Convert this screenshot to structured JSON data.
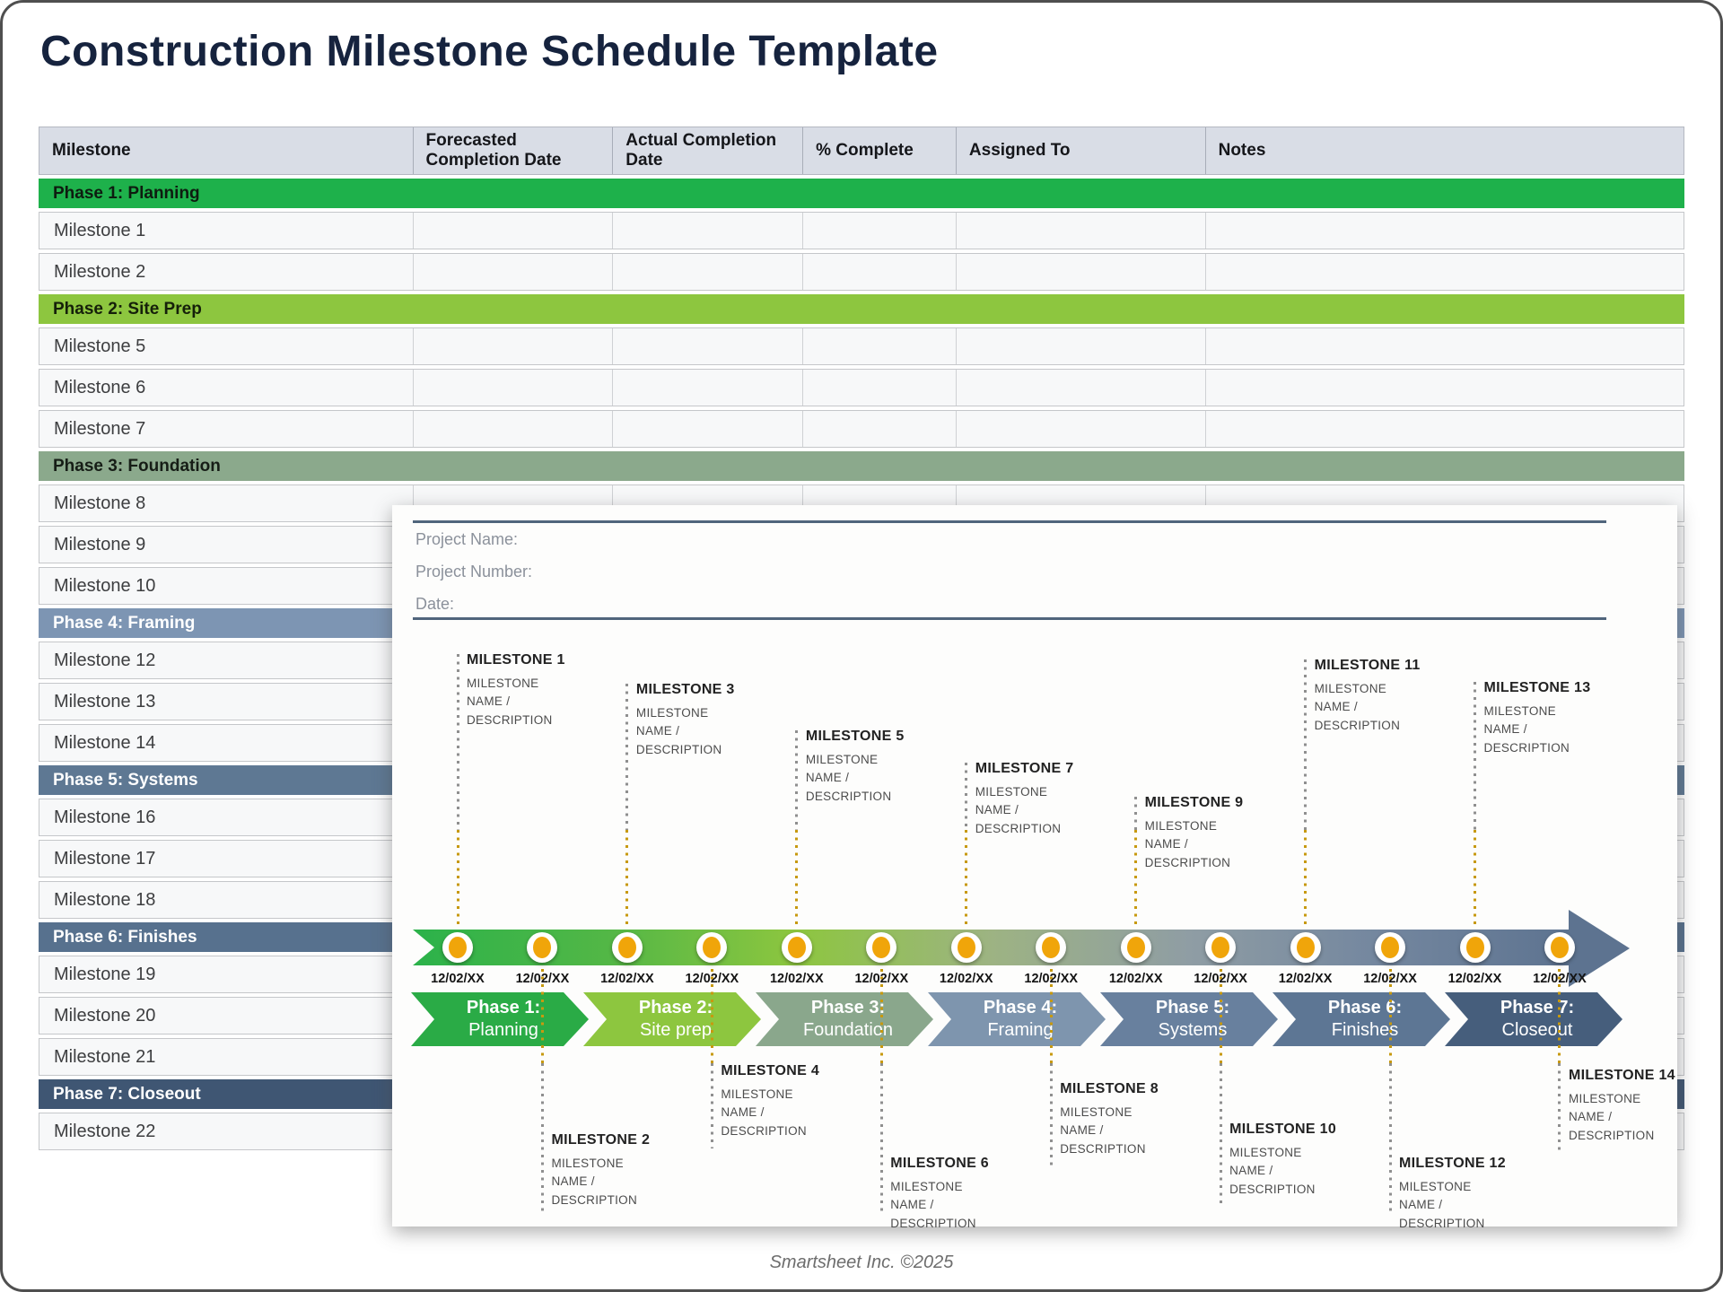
{
  "page": {
    "title": "Construction Milestone Schedule Template",
    "footer": "Smartsheet Inc. ©2025",
    "accent_navy": "#16233e"
  },
  "table": {
    "columns": [
      "Milestone",
      "Forecasted Completion Date",
      "Actual Completion Date",
      "% Complete",
      "Assigned To",
      "Notes"
    ],
    "header_bg": "#d9dde6",
    "rows": [
      {
        "type": "phase",
        "label": "Phase 1: Planning",
        "bg": "#1eb14b",
        "fg": "#0e1c10"
      },
      {
        "type": "milestone",
        "label": "Milestone 1"
      },
      {
        "type": "milestone",
        "label": "Milestone 2"
      },
      {
        "type": "phase",
        "label": "Phase 2: Site Prep",
        "bg": "#8dc63f",
        "fg": "#15200a"
      },
      {
        "type": "milestone",
        "label": "Milestone 5"
      },
      {
        "type": "milestone",
        "label": "Milestone 6"
      },
      {
        "type": "milestone",
        "label": "Milestone 7"
      },
      {
        "type": "phase",
        "label": "Phase 3: Foundation",
        "bg": "#8ba98c",
        "fg": "#161d16"
      },
      {
        "type": "milestone",
        "label": "Milestone 8"
      },
      {
        "type": "milestone",
        "label": "Milestone 9"
      },
      {
        "type": "milestone",
        "label": "Milestone 10"
      },
      {
        "type": "phase",
        "label": "Phase 4: Framing",
        "bg": "#7d95b3",
        "fg": "#ffffff"
      },
      {
        "type": "milestone",
        "label": "Milestone 12"
      },
      {
        "type": "milestone",
        "label": "Milestone 13"
      },
      {
        "type": "milestone",
        "label": "Milestone 14"
      },
      {
        "type": "phase",
        "label": "Phase 5: Systems",
        "bg": "#5e7893",
        "fg": "#ffffff"
      },
      {
        "type": "milestone",
        "label": "Milestone 16"
      },
      {
        "type": "milestone",
        "label": "Milestone 17"
      },
      {
        "type": "milestone",
        "label": "Milestone 18"
      },
      {
        "type": "phase",
        "label": "Phase 6: Finishes",
        "bg": "#57718e",
        "fg": "#ffffff"
      },
      {
        "type": "milestone",
        "label": "Milestone 19"
      },
      {
        "type": "milestone",
        "label": "Milestone 20"
      },
      {
        "type": "milestone",
        "label": "Milestone 21"
      },
      {
        "type": "phase",
        "label": "Phase 7: Closeout",
        "bg": "#3f5673",
        "fg": "#ffffff"
      },
      {
        "type": "milestone",
        "label": "Milestone 22"
      }
    ]
  },
  "panel": {
    "fields": [
      {
        "label": "Project Name:"
      },
      {
        "label": "Project Number:"
      },
      {
        "label": "Date:"
      }
    ],
    "rule_color": "#50657c"
  },
  "timeline": {
    "dates": [
      "12/02/XX",
      "12/02/XX",
      "12/02/XX",
      "12/02/XX",
      "12/02/XX",
      "12/02/XX",
      "12/02/XX",
      "12/02/XX",
      "12/02/XX",
      "12/02/XX",
      "12/02/XX",
      "12/02/XX",
      "12/02/XX",
      "12/02/XX"
    ],
    "marker_color": "#f0a50a",
    "leader_gray": "#8f8f8f",
    "leader_gold": "#c7990f",
    "band_gradient": [
      "#2bb24a",
      "#53b746",
      "#8dc63f",
      "#9db383",
      "#8f9da4",
      "#74879f",
      "#5d7390"
    ],
    "milestones": [
      {
        "title": "MILESTONE 1",
        "desc": "MILESTONE NAME / DESCRIPTION"
      },
      {
        "title": "MILESTONE 2",
        "desc": "MILESTONE NAME / DESCRIPTION"
      },
      {
        "title": "MILESTONE 3",
        "desc": "MILESTONE NAME / DESCRIPTION"
      },
      {
        "title": "MILESTONE 4",
        "desc": "MILESTONE NAME / DESCRIPTION"
      },
      {
        "title": "MILESTONE 5",
        "desc": "MILESTONE NAME / DESCRIPTION"
      },
      {
        "title": "MILESTONE 6",
        "desc": "MILESTONE NAME / DESCRIPTION"
      },
      {
        "title": "MILESTONE 7",
        "desc": "MILESTONE NAME / DESCRIPTION"
      },
      {
        "title": "MILESTONE 8",
        "desc": "MILESTONE NAME / DESCRIPTION"
      },
      {
        "title": "MILESTONE 9",
        "desc": "MILESTONE NAME / DESCRIPTION"
      },
      {
        "title": "MILESTONE 10",
        "desc": "MILESTONE NAME / DESCRIPTION"
      },
      {
        "title": "MILESTONE 11",
        "desc": "MILESTONE NAME / DESCRIPTION"
      },
      {
        "title": "MILESTONE 12",
        "desc": "MILESTONE NAME / DESCRIPTION"
      },
      {
        "title": "MILESTONE 13",
        "desc": "MILESTONE NAME / DESCRIPTION"
      },
      {
        "title": "MILESTONE 14",
        "desc": "MILESTONE NAME / DESCRIPTION"
      }
    ],
    "phases": [
      {
        "bold": "Phase 1:",
        "name": "Planning",
        "color": "#2aab46"
      },
      {
        "bold": "Phase 2:",
        "name": "Site prep",
        "color": "#8dc63f"
      },
      {
        "bold": "Phase 3:",
        "name": "Foundation",
        "color": "#8aa78c"
      },
      {
        "bold": "Phase 4:",
        "name": "Framing",
        "color": "#7e95ae"
      },
      {
        "bold": "Phase 5:",
        "name": "Systems",
        "color": "#68809e"
      },
      {
        "bold": "Phase 6:",
        "name": "Finishes",
        "color": "#5d7694"
      },
      {
        "bold": "Phase 7:",
        "name": "Closeout",
        "color": "#465e7c"
      }
    ]
  }
}
